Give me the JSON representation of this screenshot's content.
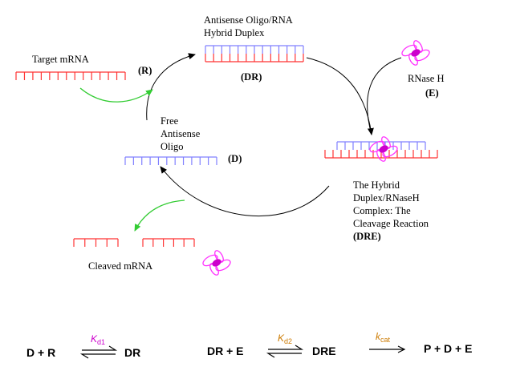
{
  "colors": {
    "mrna": "#ff3333",
    "oligo": "#8080ff",
    "enzyme": "#ff33ff",
    "enzyme_center": "#cc00cc",
    "green_arrow": "#33cc33",
    "kd1": "#cc00cc",
    "kd2": "#cc7a00",
    "kcat": "#cc7a00",
    "black": "#000000"
  },
  "labels": {
    "target_mrna": "Target mRNA",
    "r": "(R)",
    "hybrid_line1": "Antisense Oligo/RNA",
    "hybrid_line2": "Hybrid Duplex",
    "dr": "(DR)",
    "rnase_h": "RNase H",
    "e": "(E)",
    "free_line1": "Free",
    "free_line2": "Antisense",
    "free_line3": "Oligo",
    "d": "(D)",
    "complex_line1": "The Hybrid",
    "complex_line2": "Duplex/RNaseH",
    "complex_line3": "Complex: The",
    "complex_line4": "Cleavage Reaction",
    "dre": "(DRE)",
    "cleaved_mrna": "Cleaved mRNA"
  },
  "equations": {
    "eq1_left": "D + R",
    "eq1_right": "DR",
    "eq1_k": "K",
    "eq1_k_sub": "d1",
    "eq2_left": "DR + E",
    "eq2_right": "DRE",
    "eq2_k": "K",
    "eq2_k_sub": "d2",
    "eq3_k": "k",
    "eq3_k_sub": "cat",
    "eq3_right": "P + D + E"
  },
  "icons": {
    "enzyme": "rnase-h-enzyme-icon"
  }
}
